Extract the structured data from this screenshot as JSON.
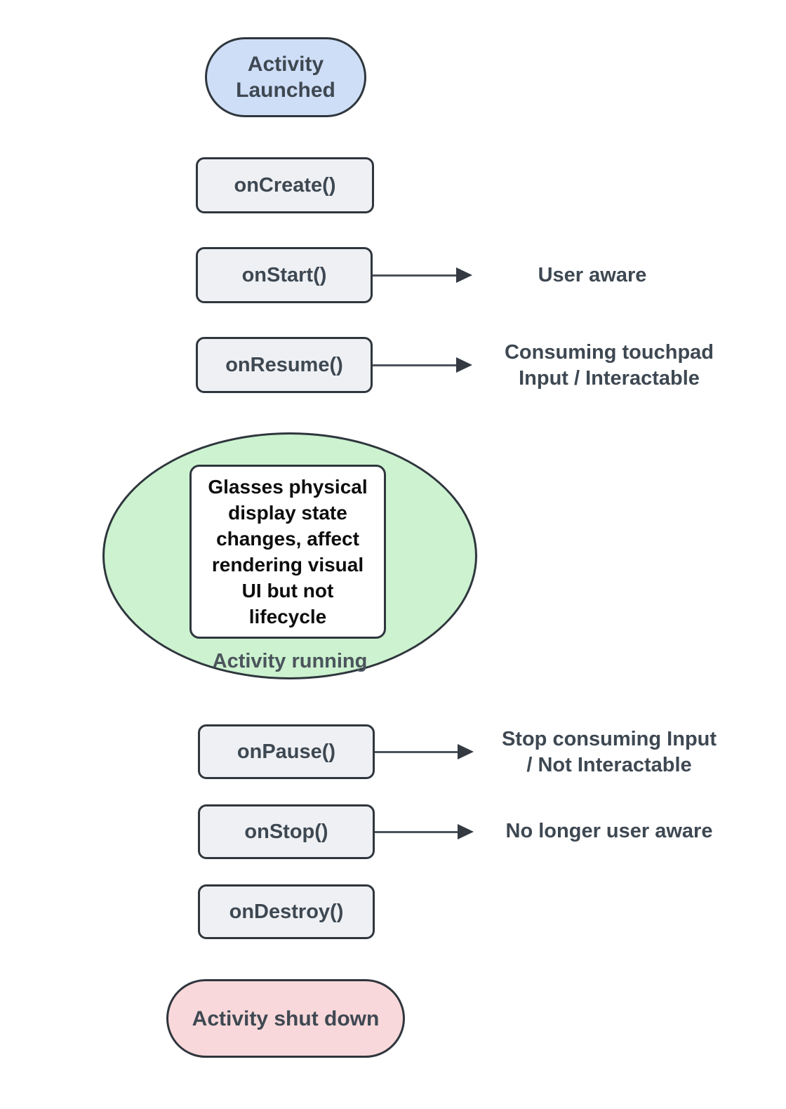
{
  "diagram": {
    "nodes": {
      "activity_launched": "Activity\nLaunched",
      "on_create": "onCreate()",
      "on_start": "onStart()",
      "on_resume": "onResume()",
      "running_note": "Glasses physical\ndisplay state\nchanges, affect\nrendering visual\nUI but not\nlifecycle",
      "activity_running": "Activity running",
      "on_pause": "onPause()",
      "on_stop": "onStop()",
      "on_destroy": "onDestroy()",
      "activity_shut_down": "Activity shut down"
    },
    "annotations": {
      "user_aware": "User aware",
      "consuming_touchpad": "Consuming touchpad\nInput / Interactable",
      "stop_consuming": "Stop consuming Input\n/ Not Interactable",
      "no_longer_user_aware": "No longer user aware"
    },
    "colors": {
      "launched_fill": "#cfdef7",
      "running_fill": "#ccf2cf",
      "shutdown_fill": "#f8d8da",
      "state_fill": "#eef0f3",
      "note_fill": "#ffffff",
      "border": "#2f363d",
      "text": "#3e4852",
      "note_text": "#0d0d0d",
      "arrow": "#4b525a"
    }
  }
}
